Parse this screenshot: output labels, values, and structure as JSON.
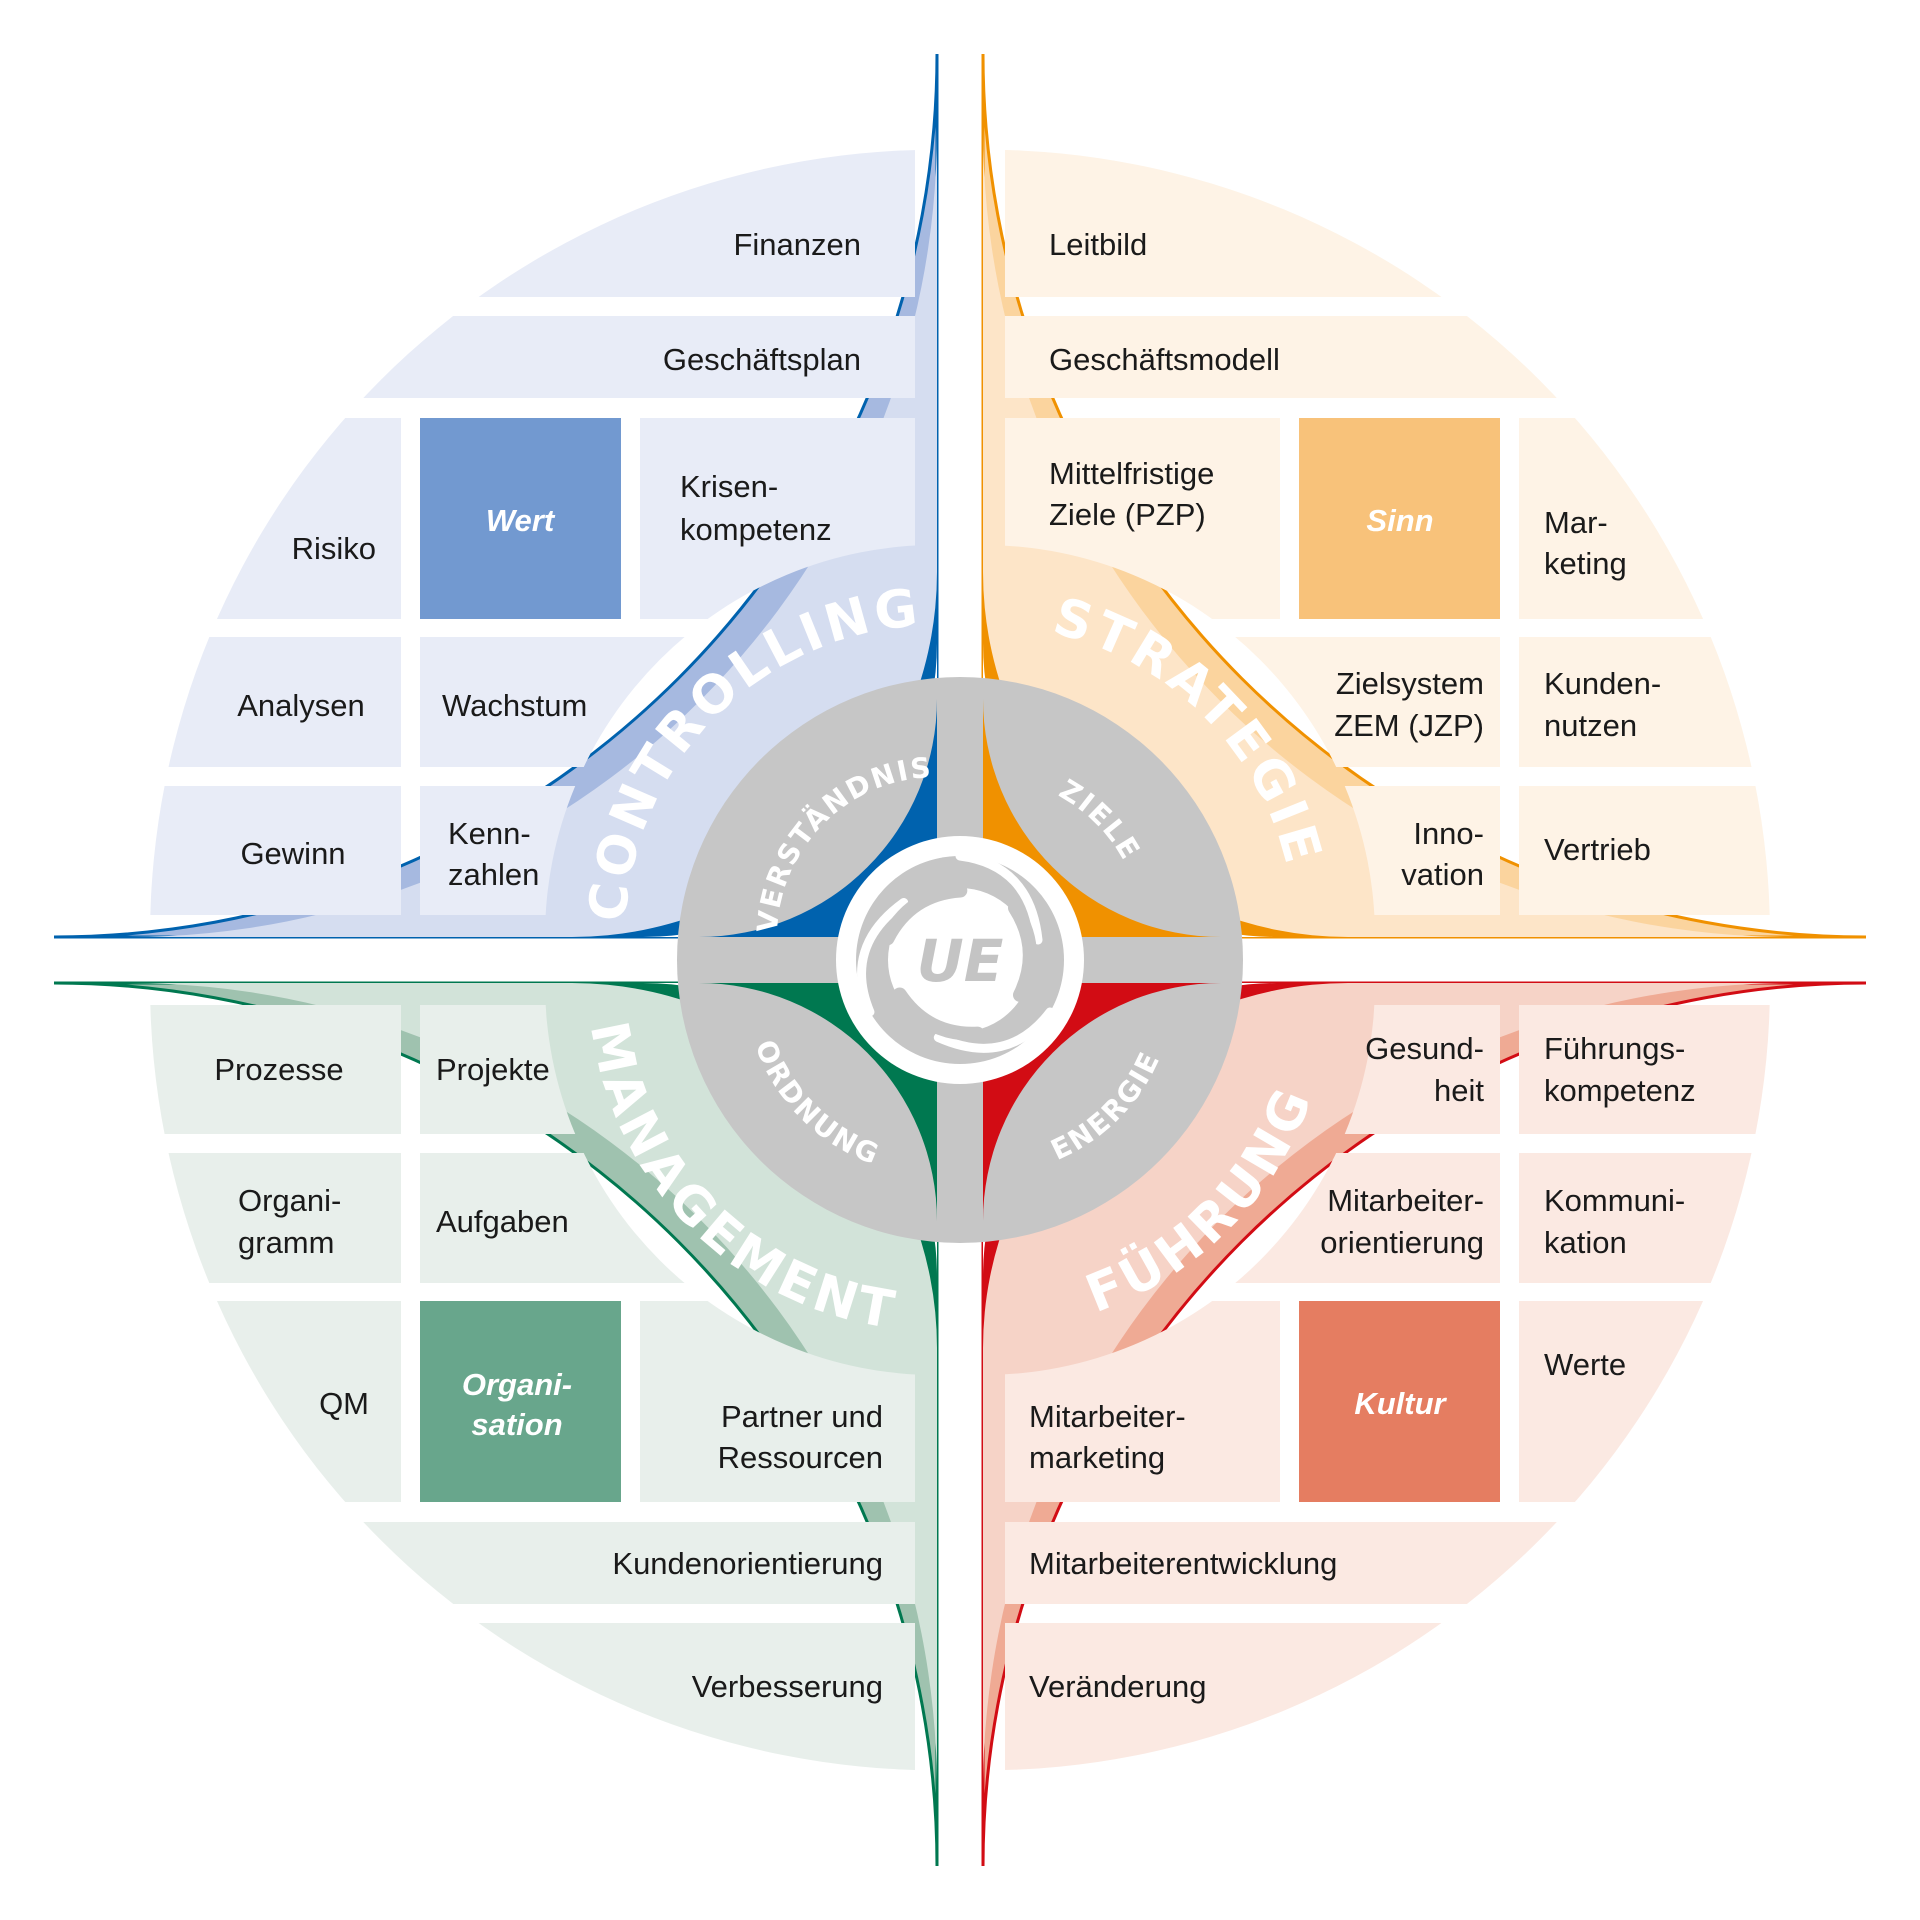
{
  "quadrants": {
    "tl": {
      "title": "NACHHALTIGER UNTERNEHMENSWERT",
      "ring": "CONTROLLING",
      "inner": "VERSTÄNDNIS",
      "highlight": "Wert",
      "cells": {
        "finanzen": "Finanzen",
        "geschaeftsplan": "Geschäftsplan",
        "krisen_1": "Krisen-",
        "krisen_2": "kompetenz",
        "risiko": "Risiko",
        "analysen": "Analysen",
        "wachstum": "Wachstum",
        "gewinn": "Gewinn",
        "kenn_1": "Kenn-",
        "kenn_2": "zahlen"
      },
      "colors": {
        "band": "#A6B9E0",
        "layer": "#D5DDF0",
        "cell": "#E8ECF7",
        "highlight": "#7299D0",
        "ring": "#0062AE"
      }
    },
    "tr": {
      "title": "SINNVOLLE UNTERNEHMENSENTWICKLUNG",
      "ring": "STRATEGIE",
      "inner": "ZIELE",
      "highlight": "Sinn",
      "cells": {
        "leitbild": "Leitbild",
        "geschaeftsmodell": "Geschäftsmodell",
        "mittel_1": "Mittelfristige",
        "mittel_2": "Ziele (PZP)",
        "marketing_1": "Mar-",
        "marketing_2": "keting",
        "ziel_1": "Zielsystem",
        "ziel_2": "ZEM (JZP)",
        "kunden_1": "Kunden-",
        "kunden_2": "nutzen",
        "inno_1": "Inno-",
        "inno_2": "vation",
        "vertrieb": "Vertrieb"
      },
      "colors": {
        "band": "#FBD49E",
        "layer": "#FDE5C8",
        "cell": "#FEF3E6",
        "highlight": "#F8C27A",
        "ring": "#F09100"
      }
    },
    "bl": {
      "title": "AGILE UNTERNEHMENSORGANISATION",
      "ring": "MANAGEMENT",
      "inner": "ORDNUNG",
      "highlight_1": "Organi-",
      "highlight_2": "sation",
      "cells": {
        "prozesse": "Prozesse",
        "projekte": "Projekte",
        "organigramm_1": "Organi-",
        "organigramm_2": "gramm",
        "aufgaben": "Aufgaben",
        "qm": "QM",
        "partner_1": "Partner und",
        "partner_2": "Ressourcen",
        "kundenorientierung": "Kundenorientierung",
        "verbesserung": "Verbesserung"
      },
      "colors": {
        "band": "#9FC2AF",
        "layer": "#D2E3D9",
        "cell": "#E8EFEB",
        "highlight": "#68A68C",
        "ring": "#007850"
      }
    },
    "br": {
      "title": "BEGEISTERNDE UNTERNEHMENSKULTUR",
      "ring": "FÜHRUNG",
      "inner": "ENERGIE",
      "highlight": "Kultur",
      "cells": {
        "gesund_1": "Gesund-",
        "gesund_2": "heit",
        "fuehrung_1": "Führungs-",
        "fuehrung_2": "kompetenz",
        "mao_1": "Mitarbeiter-",
        "mao_2": "orientierung",
        "komm_1": "Kommuni-",
        "komm_2": "kation",
        "werte": "Werte",
        "mam_1": "Mitarbeiter-",
        "mam_2": "marketing",
        "entwicklung": "Mitarbeiterentwicklung",
        "veraenderung": "Veränderung"
      },
      "colors": {
        "band": "#EFAA94",
        "layer": "#F6D3C7",
        "cell": "#FBE9E2",
        "highlight": "#E57D61",
        "ring": "#D20C14"
      }
    }
  },
  "center": {
    "logo_text": "UE",
    "gray": "#C6C6C6"
  }
}
